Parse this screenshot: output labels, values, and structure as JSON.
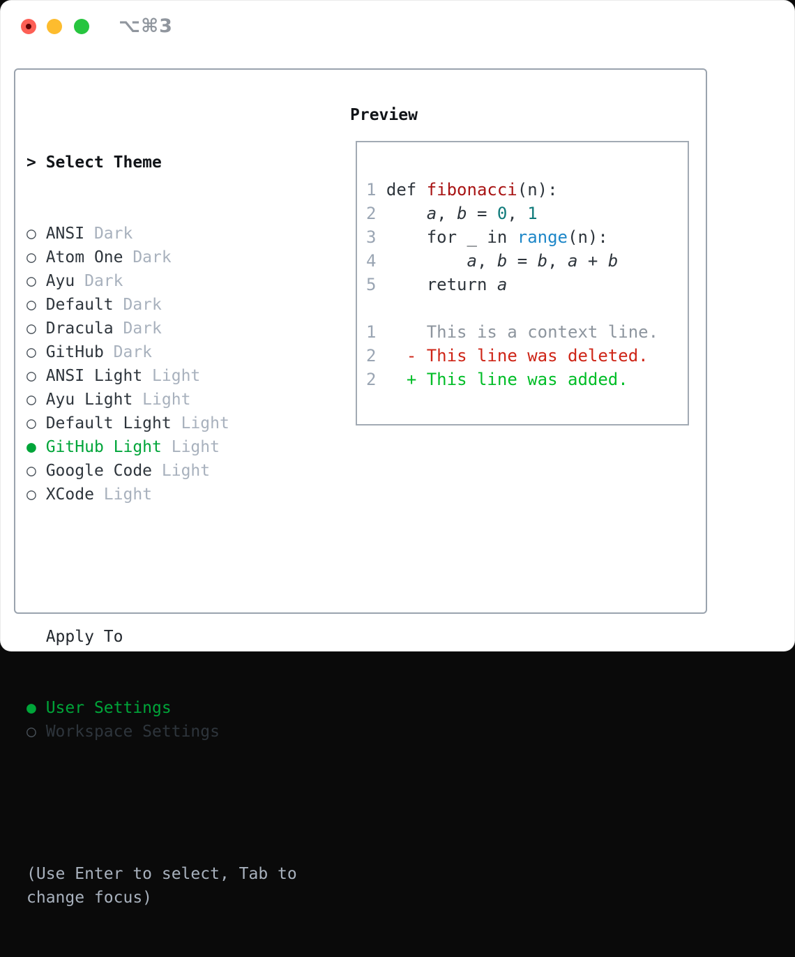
{
  "window": {
    "title": "⌥⌘3",
    "traffic_lights": [
      "close",
      "minimize",
      "zoom"
    ]
  },
  "theme_menu": {
    "prompt": ">",
    "title": "Select Theme",
    "items": [
      {
        "name": "ANSI",
        "variant": "Dark",
        "selected": false
      },
      {
        "name": "Atom One",
        "variant": "Dark",
        "selected": false
      },
      {
        "name": "Ayu",
        "variant": "Dark",
        "selected": false
      },
      {
        "name": "Default",
        "variant": "Dark",
        "selected": false
      },
      {
        "name": "Dracula",
        "variant": "Dark",
        "selected": false
      },
      {
        "name": "GitHub",
        "variant": "Dark",
        "selected": false
      },
      {
        "name": "ANSI Light",
        "variant": "Light",
        "selected": false
      },
      {
        "name": "Ayu Light",
        "variant": "Light",
        "selected": false
      },
      {
        "name": "Default Light",
        "variant": "Light",
        "selected": false
      },
      {
        "name": "GitHub Light",
        "variant": "Light",
        "selected": true
      },
      {
        "name": "Google Code",
        "variant": "Light",
        "selected": false
      },
      {
        "name": "XCode",
        "variant": "Light",
        "selected": false
      }
    ],
    "radio_unselected": "○",
    "radio_selected": "●"
  },
  "apply_to": {
    "title": "Apply To",
    "options": [
      {
        "label": "User Settings",
        "selected": true
      },
      {
        "label": "Workspace Settings",
        "selected": false
      }
    ]
  },
  "help_text_lines": [
    "(Use Enter to select, Tab to",
    "change focus)"
  ],
  "preview": {
    "title": "Preview",
    "code_lines": [
      {
        "num": "1",
        "tokens": [
          [
            "def ",
            "fg"
          ],
          [
            "fibonacci",
            "func"
          ],
          [
            "(n):",
            "fg"
          ]
        ]
      },
      {
        "num": "2",
        "tokens": [
          [
            "    ",
            "fg"
          ],
          [
            "a",
            "var"
          ],
          [
            ", ",
            "fg"
          ],
          [
            "b",
            "var"
          ],
          [
            " = ",
            "fg"
          ],
          [
            "0",
            "num"
          ],
          [
            ", ",
            "fg"
          ],
          [
            "1",
            "num"
          ]
        ]
      },
      {
        "num": "3",
        "tokens": [
          [
            "    for _ in ",
            "fg"
          ],
          [
            "range",
            "builtin"
          ],
          [
            "(n):",
            "fg"
          ]
        ]
      },
      {
        "num": "4",
        "tokens": [
          [
            "        ",
            "fg"
          ],
          [
            "a",
            "var"
          ],
          [
            ", ",
            "fg"
          ],
          [
            "b",
            "var"
          ],
          [
            " = ",
            "fg"
          ],
          [
            "b",
            "var"
          ],
          [
            ", ",
            "fg"
          ],
          [
            "a",
            "var"
          ],
          [
            " + ",
            "fg"
          ],
          [
            "b",
            "var"
          ]
        ]
      },
      {
        "num": "5",
        "tokens": [
          [
            "    return ",
            "fg"
          ],
          [
            "a",
            "var"
          ]
        ]
      },
      {
        "num": "",
        "tokens": []
      },
      {
        "num": "1",
        "tokens": [
          [
            "    ",
            "fg"
          ],
          [
            "This is a context line.",
            "ctx"
          ]
        ]
      },
      {
        "num": "2",
        "tokens": [
          [
            "  ",
            "fg"
          ],
          [
            "- ",
            "del"
          ],
          [
            "This line was deleted.",
            "del"
          ]
        ]
      },
      {
        "num": "2",
        "tokens": [
          [
            "  ",
            "fg"
          ],
          [
            "+ ",
            "add"
          ],
          [
            "This line was added.",
            "add"
          ]
        ]
      }
    ]
  },
  "colors": {
    "accent_green": "#00a539",
    "added_green": "#00bd27",
    "deleted_red": "#ce2517",
    "function_red": "#a81414",
    "number_teal": "#0f7a7a",
    "builtin_blue": "#1e87c8",
    "foreground": "#2e353c",
    "muted_gray": "#a8b1bd",
    "lineno_gray": "#9aa5b3",
    "context_gray": "#8d959e",
    "ring_gray": "#4a525a",
    "panel_border": "#9aa3ae",
    "traffic_red": "#fd5f55",
    "traffic_yellow": "#fdbc2e",
    "traffic_green": "#27c53f"
  }
}
